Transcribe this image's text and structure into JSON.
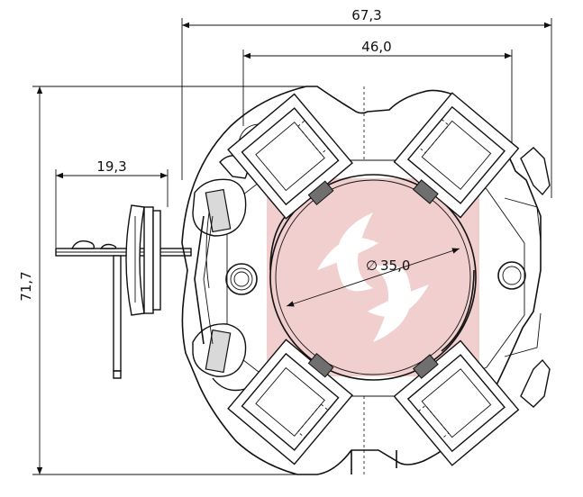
{
  "dimensions": {
    "overall_width": "67,3",
    "inner_width": "46,0",
    "side_width": "19,3",
    "height": "71,7",
    "bore_diameter": "35,0",
    "diameter_symbol": "∅"
  },
  "colors": {
    "watermark": "#e8a8a8",
    "line": "#111111"
  }
}
